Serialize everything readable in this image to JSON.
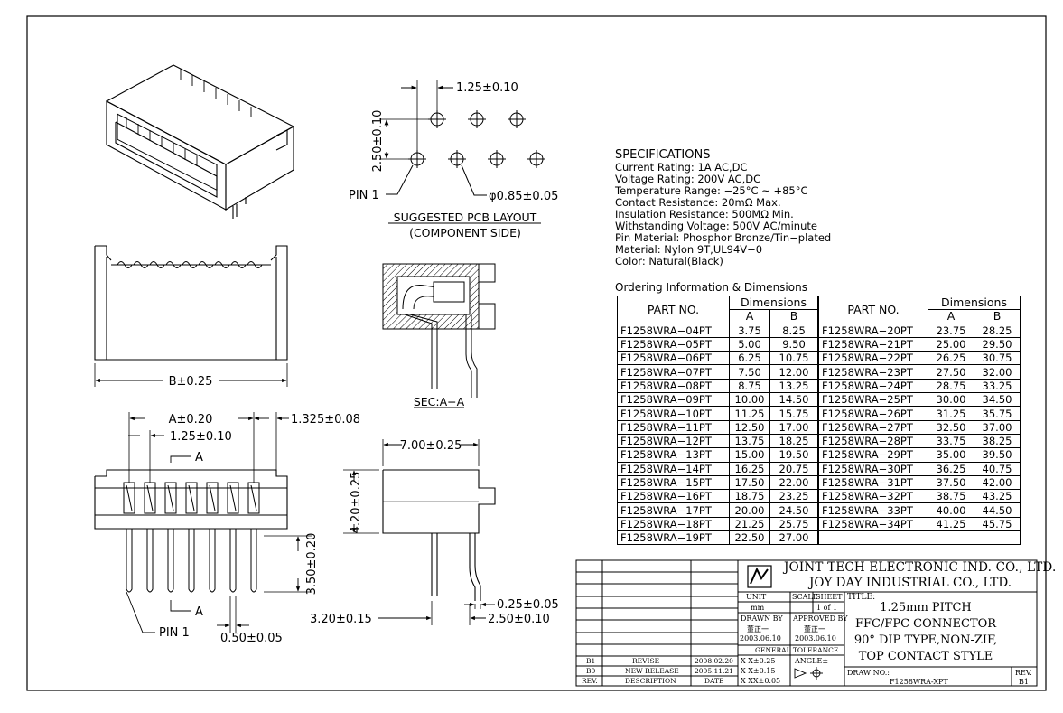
{
  "specs": {
    "heading": "SPECIFICATIONS",
    "lines": [
      "Current Rating: 1A AC,DC",
      "Voltage Rating: 200V AC,DC",
      "Temperature Range: −25°C ~ +85°C",
      "Contact Resistance: 20mΩ Max.",
      "Insulation Resistance: 500MΩ Min.",
      "Withstanding Voltage: 500V AC/minute",
      "Pin Material: Phosphor Bronze/Tin−plated",
      "Material: Nylon 9T,UL94V−0",
      "Color: Natural(Black)"
    ]
  },
  "ordering": {
    "title": "Ordering Information & Dimensions",
    "col_part": "PART NO.",
    "col_dims": "Dimensions",
    "col_a": "A",
    "col_b": "B",
    "left_rows": [
      {
        "part": "F1258WRA−04PT",
        "a": "3.75",
        "b": "8.25"
      },
      {
        "part": "F1258WRA−05PT",
        "a": "5.00",
        "b": "9.50"
      },
      {
        "part": "F1258WRA−06PT",
        "a": "6.25",
        "b": "10.75"
      },
      {
        "part": "F1258WRA−07PT",
        "a": "7.50",
        "b": "12.00"
      },
      {
        "part": "F1258WRA−08PT",
        "a": "8.75",
        "b": "13.25"
      },
      {
        "part": "F1258WRA−09PT",
        "a": "10.00",
        "b": "14.50"
      },
      {
        "part": "F1258WRA−10PT",
        "a": "11.25",
        "b": "15.75"
      },
      {
        "part": "F1258WRA−11PT",
        "a": "12.50",
        "b": "17.00"
      },
      {
        "part": "F1258WRA−12PT",
        "a": "13.75",
        "b": "18.25"
      },
      {
        "part": "F1258WRA−13PT",
        "a": "15.00",
        "b": "19.50"
      },
      {
        "part": "F1258WRA−14PT",
        "a": "16.25",
        "b": "20.75"
      },
      {
        "part": "F1258WRA−15PT",
        "a": "17.50",
        "b": "22.00"
      },
      {
        "part": "F1258WRA−16PT",
        "a": "18.75",
        "b": "23.25"
      },
      {
        "part": "F1258WRA−17PT",
        "a": "20.00",
        "b": "24.50"
      },
      {
        "part": "F1258WRA−18PT",
        "a": "21.25",
        "b": "25.75"
      },
      {
        "part": "F1258WRA−19PT",
        "a": "22.50",
        "b": "27.00"
      }
    ],
    "right_rows": [
      {
        "part": "F1258WRA−20PT",
        "a": "23.75",
        "b": "28.25"
      },
      {
        "part": "F1258WRA−21PT",
        "a": "25.00",
        "b": "29.50"
      },
      {
        "part": "F1258WRA−22PT",
        "a": "26.25",
        "b": "30.75"
      },
      {
        "part": "F1258WRA−23PT",
        "a": "27.50",
        "b": "32.00"
      },
      {
        "part": "F1258WRA−24PT",
        "a": "28.75",
        "b": "33.25"
      },
      {
        "part": "F1258WRA−25PT",
        "a": "30.00",
        "b": "34.50"
      },
      {
        "part": "F1258WRA−26PT",
        "a": "31.25",
        "b": "35.75"
      },
      {
        "part": "F1258WRA−27PT",
        "a": "32.50",
        "b": "37.00"
      },
      {
        "part": "F1258WRA−28PT",
        "a": "33.75",
        "b": "38.25"
      },
      {
        "part": "F1258WRA−29PT",
        "a": "35.00",
        "b": "39.50"
      },
      {
        "part": "F1258WRA−30PT",
        "a": "36.25",
        "b": "40.75"
      },
      {
        "part": "F1258WRA−31PT",
        "a": "37.50",
        "b": "42.00"
      },
      {
        "part": "F1258WRA−32PT",
        "a": "38.75",
        "b": "43.25"
      },
      {
        "part": "F1258WRA−33PT",
        "a": "40.00",
        "b": "44.50"
      },
      {
        "part": "F1258WRA−34PT",
        "a": "41.25",
        "b": "45.75"
      },
      {
        "part": "",
        "a": "",
        "b": ""
      }
    ]
  },
  "dims": {
    "pitch_top": "1.25±0.10",
    "row_spacing": "2.50±0.10",
    "pin1_pcb": "PIN 1",
    "hole_dia": "φ0.85±0.05",
    "pcb_title": "SUGGESTED PCB LAYOUT",
    "pcb_sub": "(COMPONENT SIDE)",
    "b_dim": "B±0.25",
    "sec_label": "SEC:A−A",
    "a_dim": "A±0.20",
    "edge_dim": "1.325±0.08",
    "pitch_front": "1.25±0.10",
    "sec_mark_top": "A",
    "sec_mark_bot": "A",
    "pin_len": "3.50±0.20",
    "pin1_front": "PIN 1",
    "pin_width": "0.50±0.05",
    "depth": "7.00±0.25",
    "height": "4.20±0.25",
    "pin_thick": "0.25±0.05",
    "pin_offset": "3.20±0.15",
    "pin_pitch_side": "2.50±0.10"
  },
  "titleblock": {
    "company1": "JOINT TECH ELECTRONIC IND. CO., LTD.",
    "company2": "JOY DAY INDUSTRIAL CO., LTD.",
    "unit_label": "UNIT",
    "unit_value": "mm",
    "scale_label": "SCALE",
    "sheet_label": "SHEET",
    "sheet_value": "1 of 1",
    "drawn_label": "DRAWN BY",
    "drawn_name": "董正一",
    "drawn_date": "2003.06.10",
    "approved_label": "APPROVED BY",
    "approved_name": "董正一",
    "approved_date": "2003.06.10",
    "tolerance_label": "GENERAL TOLERANCE",
    "tol1": "X X±0.25",
    "tol2": "X X±0.15",
    "tol3": "X XX±0.05",
    "angle_label": "ANGLE±",
    "title_label": "TITLE:",
    "title_lines": [
      "1.25mm PITCH",
      "FFC/FPC CONNECTOR",
      "90° DIP TYPE,NON-ZIF,",
      "TOP CONTACT STYLE"
    ],
    "drawno_label": "DRAW NO.:",
    "drawno_value": "F1258WRA-XPT",
    "rev_label": "REV.",
    "rev_value": "B1",
    "rev_rows": [
      {
        "rev": "B1",
        "desc": "REVISE",
        "date": "2008.02.20"
      },
      {
        "rev": "B0",
        "desc": "NEW RELEASE",
        "date": "2005.11.21"
      },
      {
        "rev": "REV.",
        "desc": "DESCRIPTION",
        "date": "DATE"
      }
    ]
  }
}
